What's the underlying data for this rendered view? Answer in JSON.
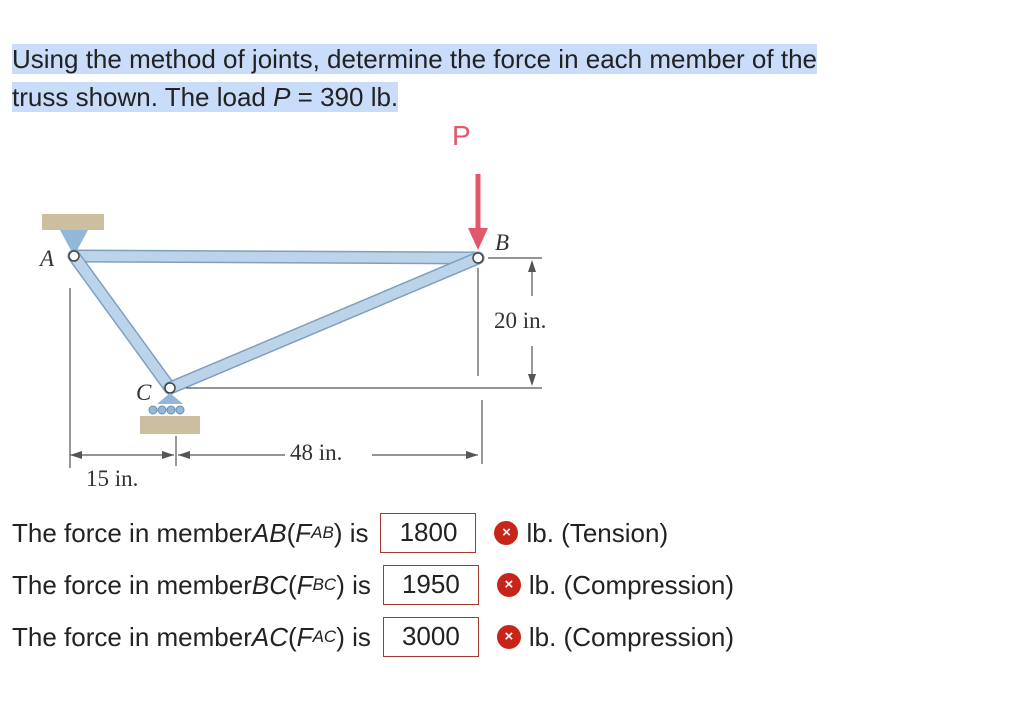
{
  "question": {
    "line1": "Using the method of joints, determine the force in each member of the",
    "line2_prefix": "truss shown. The load ",
    "line2_var": "P",
    "line2_suffix": " = 390 lb."
  },
  "figure": {
    "load_label": "P",
    "point_a": "A",
    "point_b": "B",
    "point_c": "C",
    "dim_vertical": "20 in.",
    "dim_horizontal": "48 in.",
    "dim_offset": "15 in.",
    "member_color": "#bcd4ea",
    "load_color": "#e2576a"
  },
  "answers": [
    {
      "prefix": "The force in member ",
      "member": "AB",
      "paren_open": " (",
      "f": "F",
      "sub": "AB",
      "paren_close": ") is",
      "value": "1800",
      "status_icon": "close-icon",
      "unit": "lb. (Tension)"
    },
    {
      "prefix": "The force in member ",
      "member": "BC",
      "paren_open": " (",
      "f": "F",
      "sub": "BC",
      "paren_close": ") is",
      "value": "1950",
      "status_icon": "close-icon",
      "unit": "lb. (Compression)"
    },
    {
      "prefix": "The force in member ",
      "member": "AC",
      "paren_open": " (",
      "f": "F",
      "sub": "AC",
      "paren_close": ") is",
      "value": "3000",
      "status_icon": "close-icon",
      "unit": "lb. (Compression)"
    }
  ],
  "icons": {
    "incorrect_symbol": "×",
    "incorrect_color": "#c8251a"
  }
}
